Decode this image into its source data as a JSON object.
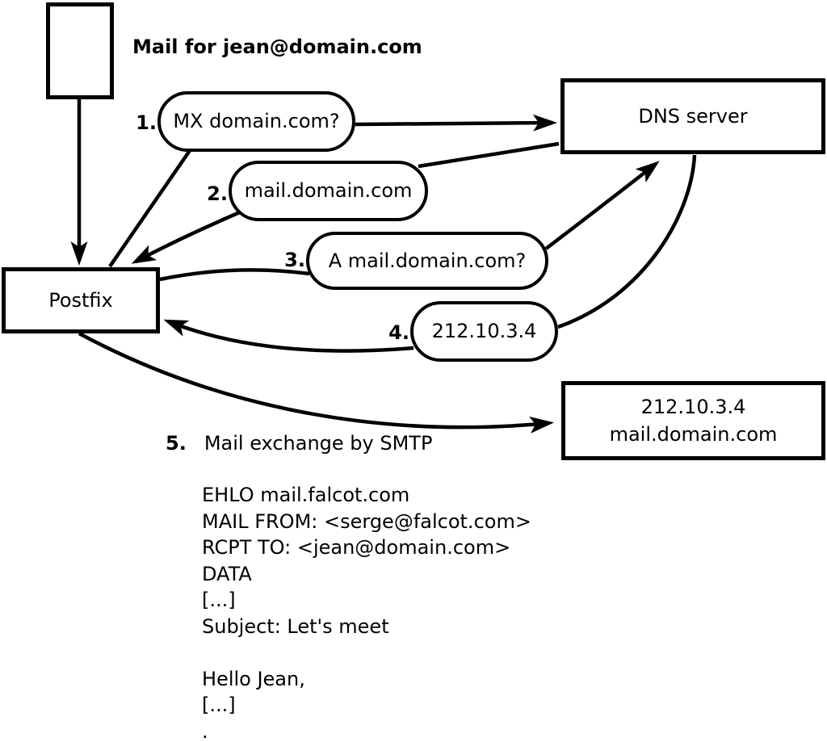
{
  "nodes": {
    "mail_note": "Mail for jean@domain.com",
    "postfix": "Postfix",
    "dns_server": "DNS server",
    "mail_server": {
      "line1": "212.10.3.4",
      "line2": "mail.domain.com"
    }
  },
  "steps": [
    {
      "number": "1.",
      "label": "MX domain.com?"
    },
    {
      "number": "2.",
      "label": "mail.domain.com"
    },
    {
      "number": "3.",
      "label": "A mail.domain.com?"
    },
    {
      "number": "4.",
      "label": "212.10.3.4"
    },
    {
      "number": "5.",
      "label": "Mail exchange by SMTP"
    }
  ],
  "smtp_session": [
    "EHLO mail.falcot.com",
    "MAIL FROM: <serge@falcot.com>",
    "RCPT TO: <jean@domain.com>",
    "DATA",
    "[...]",
    "Subject: Let's meet",
    "",
    "Hello Jean,",
    "[...]",
    "."
  ],
  "colors": {
    "stroke": "#000000",
    "background": "#ffffff"
  }
}
